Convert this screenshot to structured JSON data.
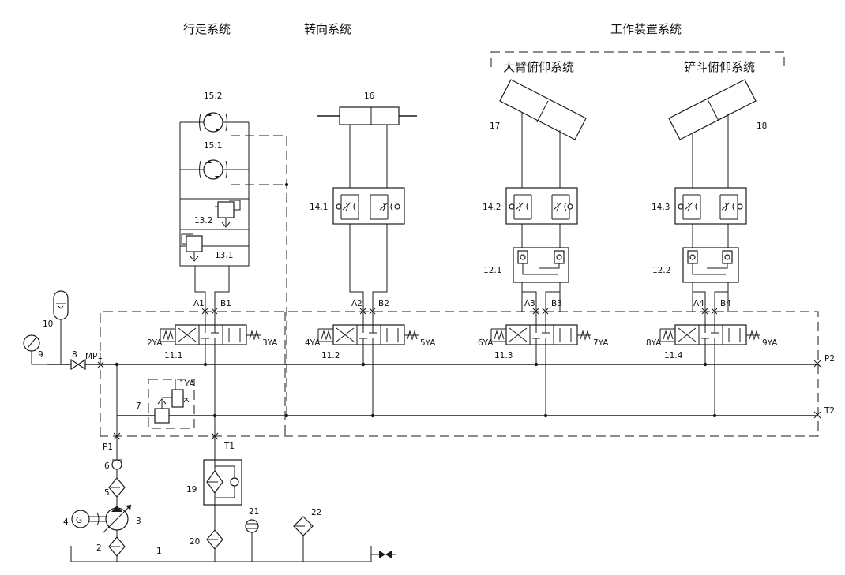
{
  "titles": {
    "travel": "行走系统",
    "steering": "转向系统",
    "work": "工作装置系统",
    "boom": "大臂俯仰系统",
    "bucket": "铲斗俯仰系统"
  },
  "labels": {
    "n1": "1",
    "n2": "2",
    "n3": "3",
    "n4": "4",
    "n5": "5",
    "n6": "6",
    "n7": "7",
    "n8": "8",
    "n9": "9",
    "n10": "10",
    "n11_1": "11.1",
    "n11_2": "11.2",
    "n11_3": "11.3",
    "n11_4": "11.4",
    "n12_1": "12.1",
    "n12_2": "12.2",
    "n13_1": "13.1",
    "n13_2": "13.2",
    "n14_1": "14.1",
    "n14_2": "14.2",
    "n14_3": "14.3",
    "n15_1": "15.1",
    "n15_2": "15.2",
    "n16": "16",
    "n17": "17",
    "n18": "18",
    "n19": "19",
    "n20": "20",
    "n21": "21",
    "n22": "22",
    "A1": "A1",
    "B1": "B1",
    "A2": "A2",
    "B2": "B2",
    "A3": "A3",
    "B3": "B3",
    "A4": "A4",
    "B4": "B4",
    "MP1": "MP1",
    "P1": "P1",
    "T1": "T1",
    "P2": "P2",
    "T2": "T2",
    "ya1": "1YA",
    "ya2": "2YA",
    "ya3": "3YA",
    "ya4": "4YA",
    "ya5": "5YA",
    "ya6": "6YA",
    "ya7": "7YA",
    "ya8": "8YA",
    "ya9": "9YA",
    "motor_g": "G"
  }
}
